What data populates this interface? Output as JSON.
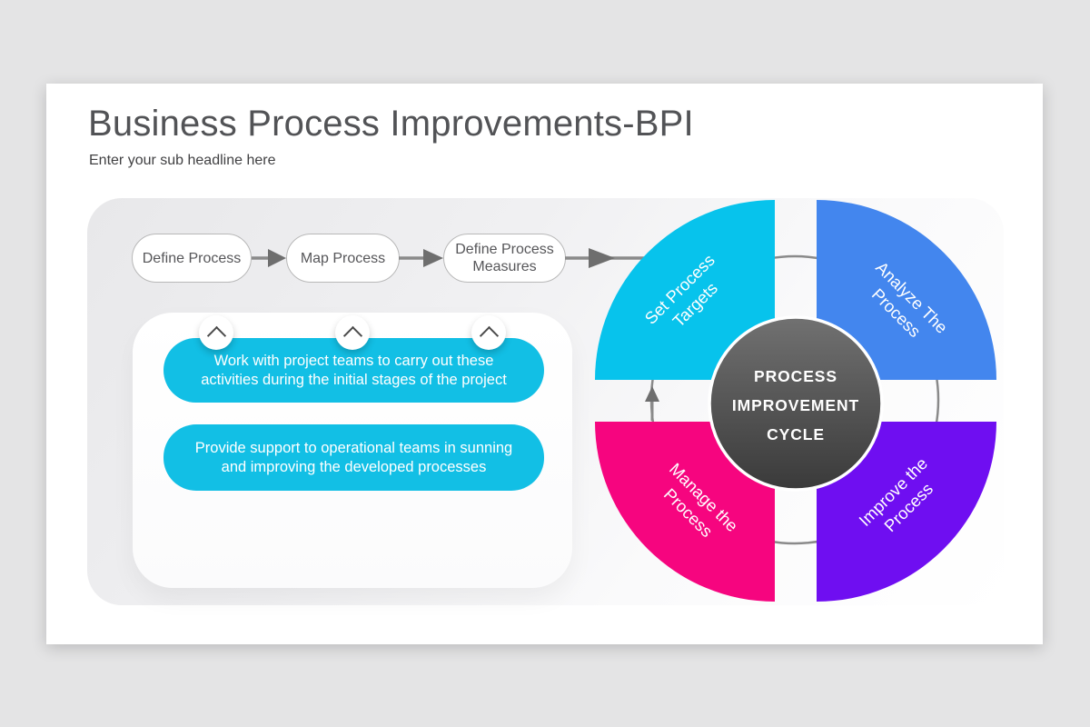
{
  "header": {
    "title": "Business Process Improvements-BPI",
    "subtitle": "Enter your sub headline here"
  },
  "flowchart": {
    "steps": [
      {
        "label": "Define Process"
      },
      {
        "label": "Map Process"
      },
      {
        "label": "Define Process Measures"
      }
    ]
  },
  "notes": {
    "items": [
      {
        "text": "Work with project teams to carry out these activities during the initial stages of the project"
      },
      {
        "text": "Provide support to operational teams in sunning and improving the developed processes"
      }
    ]
  },
  "cycle": {
    "center": {
      "lines": [
        "PROCESS",
        "IMPROVEMENT",
        "CYCLE"
      ]
    },
    "quadrants": [
      {
        "name": "set-process-targets",
        "lines": [
          "Set Process",
          "Targets"
        ]
      },
      {
        "name": "analyze-the-process",
        "lines": [
          "Analyze The",
          "Process"
        ]
      },
      {
        "name": "manage-the-process",
        "lines": [
          "Manage the",
          "Process"
        ]
      },
      {
        "name": "improve-the-process",
        "lines": [
          "Improve the",
          "Process"
        ]
      }
    ]
  },
  "colors": {
    "cyan": "#07C3EC",
    "blue": "#4386EE",
    "pink": "#F6057F",
    "purple": "#6F0EF1",
    "note_box_cyan": "#12BFE5",
    "center_circle_top": "#717171",
    "center_circle_bottom": "#3A3A3A",
    "connector_line": "#8A8A8A",
    "connector_head": "#6E6E6E",
    "ring": "#8A8A8A"
  }
}
